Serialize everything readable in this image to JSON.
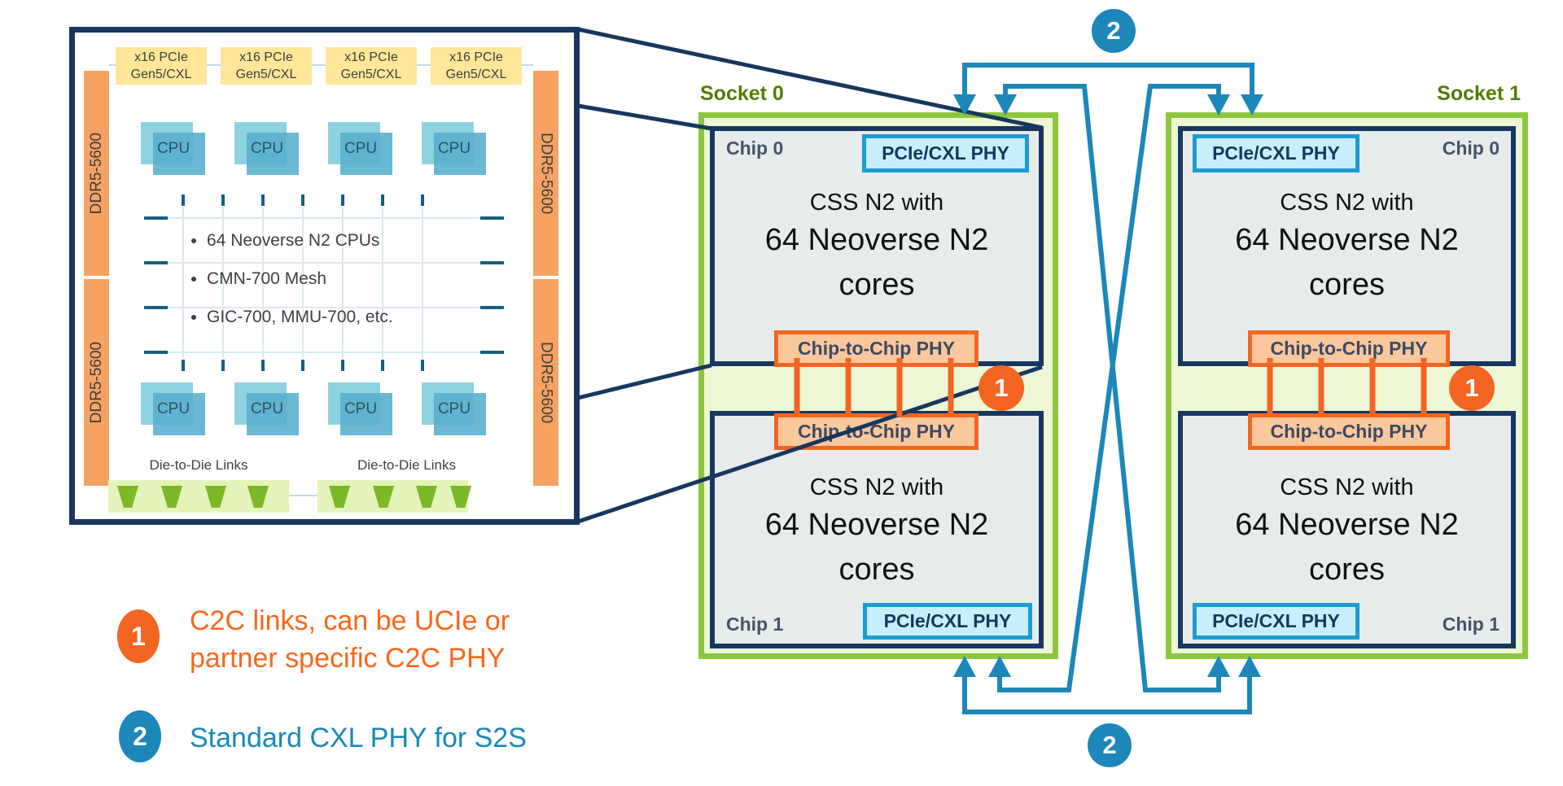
{
  "left_die": {
    "pcie_box": {
      "line1": "x16 PCIe",
      "line2": "Gen5/CXL"
    },
    "ddr_label": "DDR5-5600",
    "cpu_label": "CPU",
    "bullets": [
      "64 Neoverse N2 CPUs",
      "CMN-700 Mesh",
      "GIC-700, MMU-700, etc."
    ],
    "die_to_die_label": "Die-to-Die Links"
  },
  "sockets": [
    {
      "title": "Socket 0",
      "chips": [
        {
          "name": "Chip 0"
        },
        {
          "name": "Chip 1"
        }
      ]
    },
    {
      "title": "Socket 1",
      "chips": [
        {
          "name": "Chip 0"
        },
        {
          "name": "Chip 1"
        }
      ]
    }
  ],
  "chip_common": {
    "css_line": "CSS N2 with",
    "cores_line1": "64 Neoverse N2",
    "cores_line2": "cores",
    "pcie_phy_label": "PCIe/CXL PHY",
    "c2c_phy_label": "Chip-to-Chip PHY"
  },
  "annotations": {
    "c2c_marker": "1",
    "s2s_marker": "2"
  },
  "legend": [
    {
      "marker": "1",
      "lines": [
        "C2C links, can be UCIe or",
        "partner specific C2C PHY"
      ]
    },
    {
      "marker": "2",
      "lines": [
        "Standard CXL PHY for S2S"
      ]
    }
  ],
  "colors": {
    "navy": "#17375E",
    "socket_green": "#8DC63F",
    "socket_fill": "#EDF6D5",
    "c2c_orange": "#F26522",
    "cxl_blue": "#1C87B8",
    "phy_cyan_border": "#1B9DD4",
    "phy_cyan_fill": "#C9EEFB",
    "ddr_orange": "#F5A263",
    "pcie_yellow": "#FFE699"
  }
}
